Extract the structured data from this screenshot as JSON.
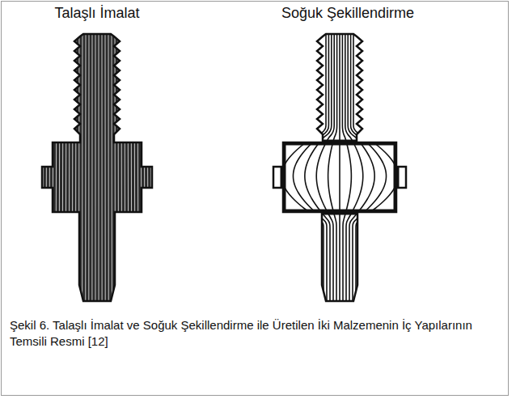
{
  "diagram": {
    "caption": "Şekil 6. Talaşlı İmalat ve Soğuk Şekillendirme ile Üretilen İki Malzemenin İç Yapılarının Temsili Resmi [12]",
    "labels": [
      "Talaşlı İmalat",
      "Soğuk Şekillendirme"
    ]
  }
}
